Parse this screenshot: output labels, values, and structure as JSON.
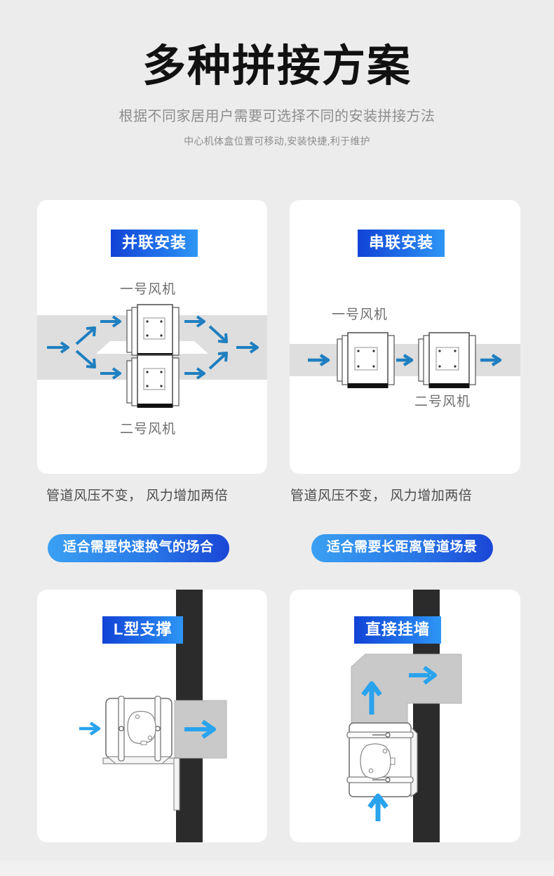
{
  "header": {
    "title": "多种拼接方案",
    "subtitle": "根据不同家居用户需要可选择不同的安装拼接方法",
    "subtitle2": "中心机体盒位置可移动,安装快捷,利于维护"
  },
  "colors": {
    "page_background": "#ececec",
    "card_background": "#ffffff",
    "badge_gradient_start": "#1243d6",
    "badge_gradient_end": "#2e96f5",
    "pill_gradient_start": "#3aa0f2",
    "pill_gradient_end": "#1a46d6",
    "arrow_blue_dark": "#1f7fc0",
    "arrow_blue_light": "#29a3ee",
    "duct_gray": "#dedede",
    "duct_gray_solid": "#c9c9c9",
    "wall_dark": "#2b2b2b",
    "text_gray": "#6f6f6f",
    "caption_gray": "#4c4c4c"
  },
  "cards": [
    {
      "id": "parallel",
      "badge": "并联安装",
      "fan_label_top": "一号风机",
      "fan_label_bottom": "二号风机",
      "caption": "管道风压不变， 风力增加两倍",
      "pill": "适合需要快速换气的场合"
    },
    {
      "id": "series",
      "badge": "串联安装",
      "fan_label_top": "一号风机",
      "fan_label_bottom": "二号风机",
      "caption": "管道风压不变， 风力增加两倍",
      "pill": "适合需要长距离管道场景"
    },
    {
      "id": "l-bracket",
      "badge": "L型支撑"
    },
    {
      "id": "wall-mount",
      "badge": "直接挂墙"
    }
  ]
}
